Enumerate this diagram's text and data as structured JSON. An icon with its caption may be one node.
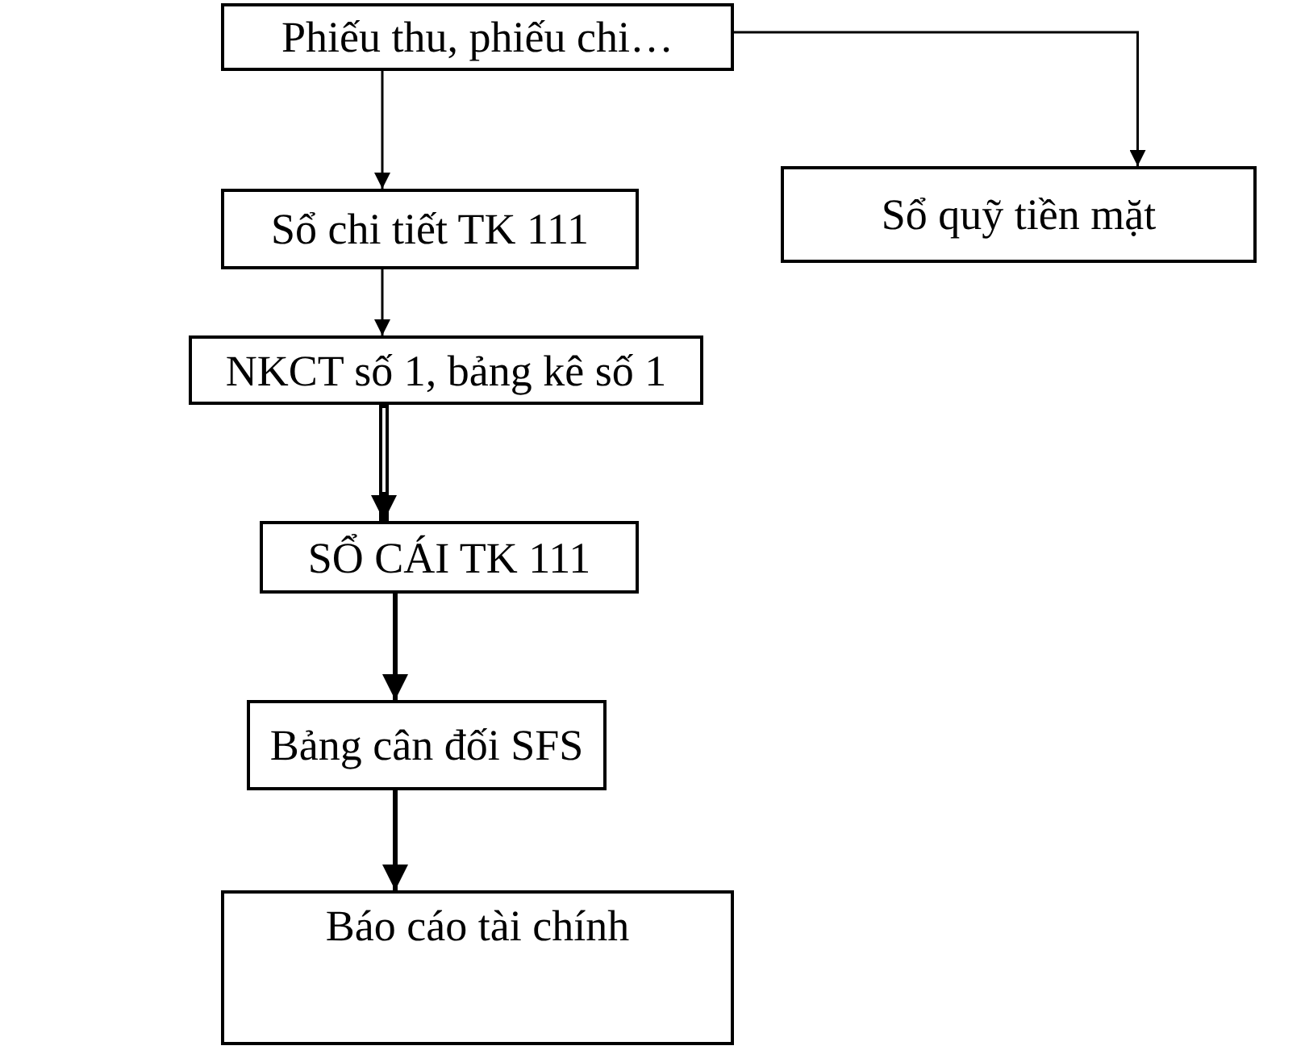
{
  "diagram": {
    "nodes": [
      {
        "text": [
          "Phiếu thu, phiếu chi…"
        ]
      },
      {
        "text": [
          "Sổ chi tiết TK 111"
        ]
      },
      {
        "text": [
          "Sổ quỹ tiền mặt"
        ]
      },
      {
        "text": [
          "NKCT số 1, bảng kê số 1"
        ]
      },
      {
        "text": [
          "SỔ CÁI TK 111"
        ]
      },
      {
        "text": [
          "Bảng cân đối SFS"
        ]
      },
      {
        "text": [
          "Báo cáo tài chính"
        ]
      }
    ],
    "edges": [
      {
        "from": 0,
        "to": 1,
        "arrow": "to"
      },
      {
        "from": 0,
        "to": 2,
        "arrow": "to"
      },
      {
        "from": 1,
        "to": 3,
        "arrow": "to"
      },
      {
        "from": 3,
        "to": 4,
        "arrow": "to",
        "style": "thick"
      },
      {
        "from": 4,
        "to": 5,
        "arrow": "to",
        "style": "thick"
      },
      {
        "from": 5,
        "to": 6,
        "arrow": "to",
        "style": "thick"
      }
    ]
  }
}
